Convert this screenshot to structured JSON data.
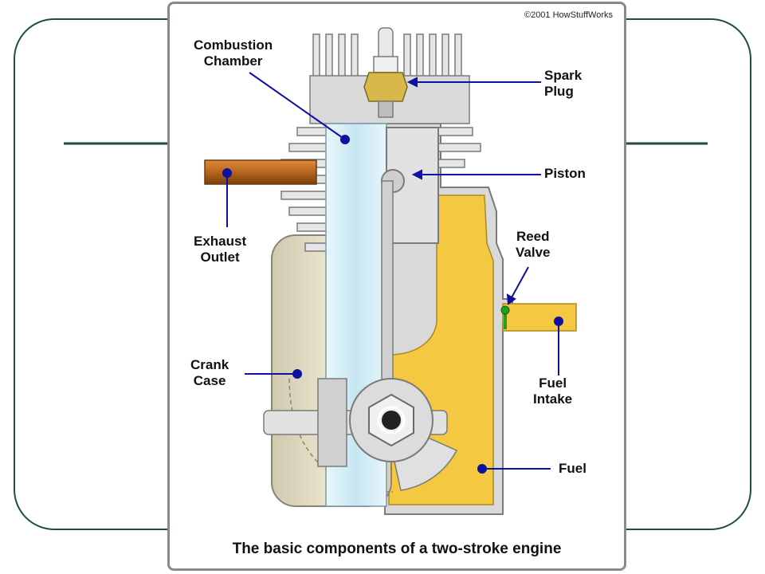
{
  "copyright": "©2001 HowStuffWorks",
  "caption": "The basic components of a two-stroke engine",
  "labels": {
    "combustion_chamber": [
      "Combustion",
      "Chamber"
    ],
    "spark_plug": [
      "Spark",
      "Plug"
    ],
    "piston": [
      "Piston"
    ],
    "exhaust_outlet": [
      "Exhaust",
      "Outlet"
    ],
    "reed_valve": [
      "Reed",
      "Valve"
    ],
    "crank_case": [
      "Crank",
      "Case"
    ],
    "fuel_intake": [
      "Fuel",
      "Intake"
    ],
    "fuel": [
      "Fuel"
    ]
  },
  "colors": {
    "slide_frame": "#1f4d45",
    "leader_line": "#1010a0",
    "exhaust_pipe": "#b5651d",
    "fuel": "#f5c842",
    "reed_valve": "#22a022",
    "glass_cylinder": "#cfeaf4",
    "engine_metal": "#d9d9d9"
  }
}
